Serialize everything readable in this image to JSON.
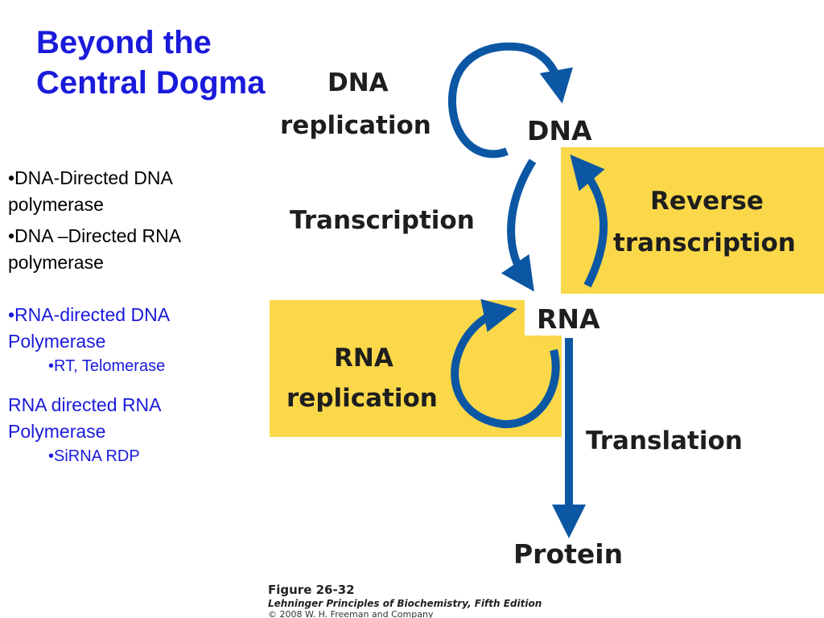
{
  "slide": {
    "title_line1": "Beyond the",
    "title_line2": "Central Dogma"
  },
  "bullets": [
    {
      "text": "•DNA-Directed DNA polymerase",
      "color": "#000000"
    },
    {
      "text": "•DNA –Directed RNA polymerase",
      "color": "#000000"
    },
    {
      "text": "•RNA-directed DNA Polymerase",
      "color": "#1a1adb"
    },
    {
      "text": "•RT, Telomerase",
      "color": "#1a1adb"
    },
    {
      "text": "RNA directed RNA Polymerase",
      "color": "#1a1adb"
    },
    {
      "text": "•SiRNA RDP",
      "color": "#1a1adb"
    }
  ],
  "diagram": {
    "nodes": {
      "dna": "DNA",
      "rna": "RNA",
      "protein": "Protein"
    },
    "processes": {
      "dna_replication_line1": "DNA",
      "dna_replication_line2": "replication",
      "transcription": "Transcription",
      "reverse_transcription_line1": "Reverse",
      "reverse_transcription_line2": "transcription",
      "rna_replication_line1": "RNA",
      "rna_replication_line2": "replication",
      "translation": "Translation"
    },
    "colors": {
      "arrow": "#0c57a4",
      "highlight": "#fad84a",
      "title": "#1a1adb"
    }
  },
  "credit": {
    "figure": "Figure 26-32",
    "book": "Lehninger Principles of Biochemistry, Fifth Edition",
    "copyright": "© 2008 W. H. Freeman and Company"
  }
}
